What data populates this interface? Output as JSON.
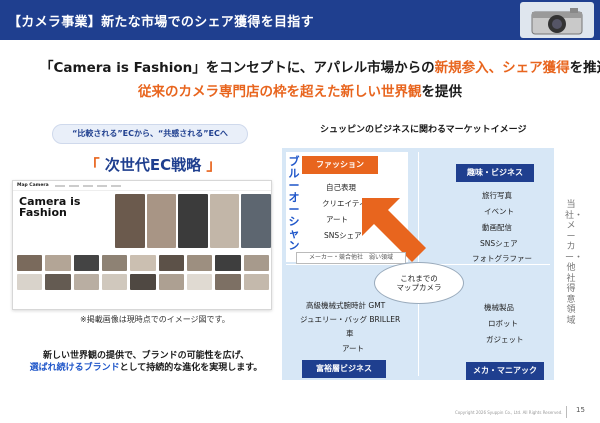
{
  "header": {
    "title": "【カメラ事業】新たな市場でのシェア獲得を目指す"
  },
  "lead": {
    "line1_pre": "「Camera is Fashion」をコンセプトに、アパレル市場からの",
    "line1_emph": "新規参入、シェア獲得",
    "line1_post": "を推進",
    "line2_emph": "従来のカメラ専門店の枠を超えた新しい世界観",
    "line2_post": "を提供"
  },
  "left": {
    "pill": "“比較される”ECから、“共感される”ECへ",
    "strategy_open": "「",
    "strategy_text": " 次世代EC戦略 ",
    "strategy_close": "」",
    "site": {
      "logo": "Map Camera",
      "hero_title": "Camera is Fashion"
    },
    "caption": "※掲載画像は現時点でのイメージ図です。",
    "conclusion_line1": "新しい世界観の提供で、ブランドの可能性を広げ、",
    "conclusion_emph": "選ばれ続けるブランド",
    "conclusion_post": "として持続的な進化を実現します。"
  },
  "map": {
    "title": "シュッピンのビジネスに関わるマーケットイメージ",
    "blue_ocean": "ブルーオーシャン",
    "vendor_domain": "当社・メーカー・他社得意領域",
    "weak_domain": "メーカー・競合他社　弱い領域",
    "center": {
      "line1": "これまでの",
      "line2": "マップカメラ"
    },
    "quadrants": {
      "fashion": {
        "label": "ファッション",
        "items": [
          "自己表現",
          "クリエイティブ",
          "アート",
          "SNSシェア"
        ]
      },
      "hobby": {
        "label": "趣味・ビジネス",
        "items": [
          "旅行写真",
          "イベント",
          "動画配信",
          "SNSシェア",
          "フォトグラファー"
        ]
      },
      "luxury": {
        "label": "富裕層ビジネス",
        "items": [
          "高級機械式腕時計 GMT",
          "ジュエリー・バッグ BRILLER",
          "車",
          "アート"
        ]
      },
      "mecha": {
        "label": "メカ・マニアック",
        "items": [
          "機械製品",
          "ロボット",
          "ガジェット"
        ]
      }
    },
    "colors": {
      "orange": "#e8651e",
      "navy": "#1f3f8f",
      "light_blue": "#d7e7f6"
    }
  },
  "footer": {
    "copyright": "Copyright 2026 Syuppin Co., Ltd. All Rights Reserved.",
    "page": "15"
  }
}
